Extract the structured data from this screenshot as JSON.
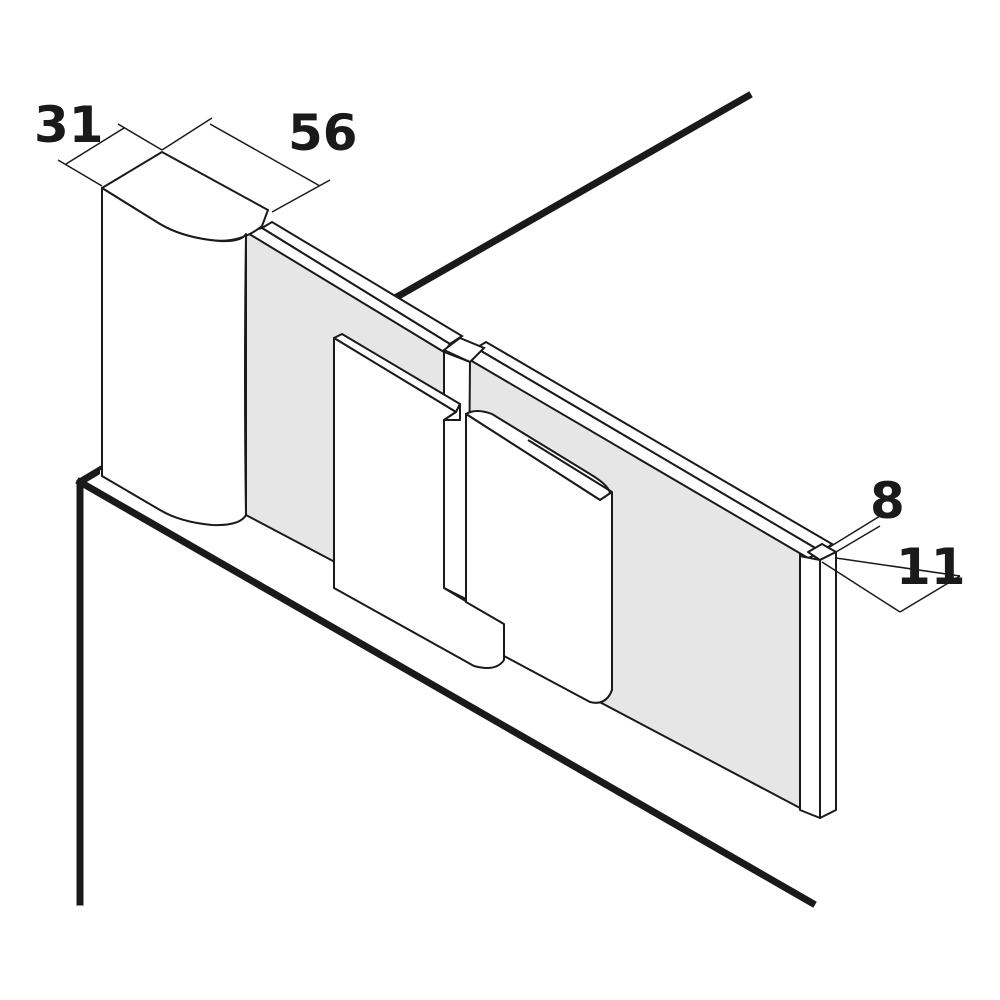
{
  "diagram": {
    "dimensions": {
      "depth_left": "31",
      "width_top": "56",
      "thickness_right": "8",
      "depth_right": "11"
    },
    "colors": {
      "stroke": "#1a1a1a",
      "panel_fill": "#e6e6e6",
      "part_fill": "#ffffff"
    }
  }
}
